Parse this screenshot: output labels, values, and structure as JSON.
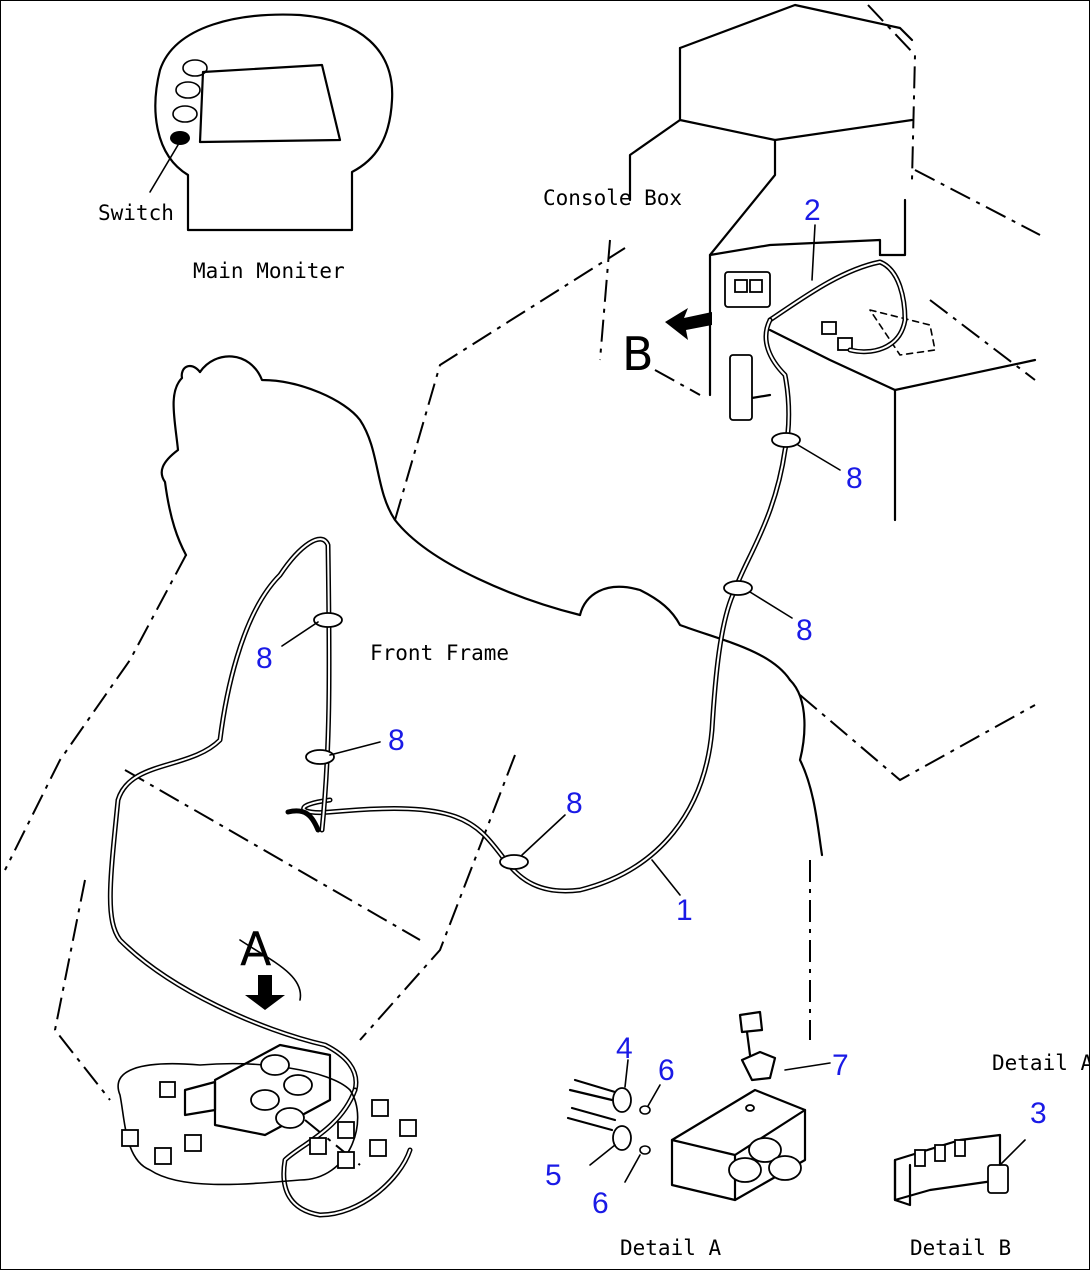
{
  "labels": {
    "switch": "Switch",
    "main_monitor": "Main Moniter",
    "console_box": "Console Box",
    "front_frame": "Front Frame",
    "view_a": "A",
    "view_b": "B",
    "detail_a_1": "Detail A",
    "detail_a_2": "Detail A",
    "detail_b": "Detail B"
  },
  "callouts": {
    "c1": "1",
    "c2": "2",
    "c3": "3",
    "c4": "4",
    "c5": "5",
    "c6a": "6",
    "c6b": "6",
    "c7": "7",
    "c8a": "8",
    "c8b": "8",
    "c8c": "8",
    "c8d": "8",
    "c8e": "8"
  },
  "colors": {
    "callout": "#1a1ae6",
    "line": "#000000",
    "background": "#ffffff"
  }
}
